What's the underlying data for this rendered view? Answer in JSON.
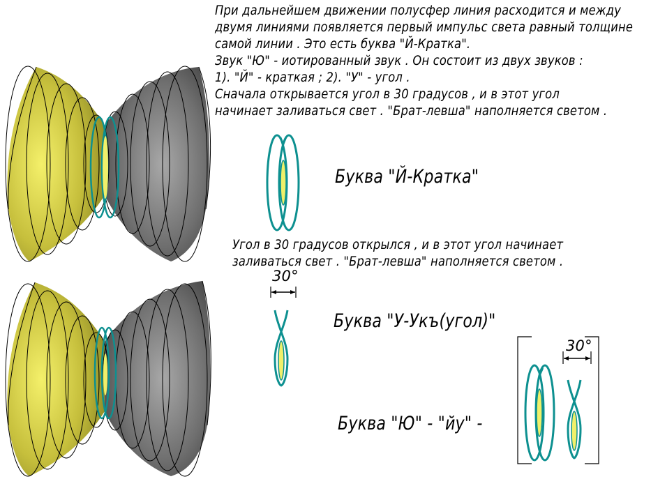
{
  "intro_lines": [
    "  При дальнейшем движении полусфер линия расходится и между",
    "двумя линиями появляется первый импульс света равный толщине",
    "самой линии . Это есть буква \"Й-Кратка\".",
    "Звук \"Ю\" - иотированный звук . Он состоит из двух звуков :",
    "1). \"Й\" - краткая ; 2). \"У\" - угол .",
    "  Сначала открывается угол в 30 градусов , и в этот угол",
    "начинает заливаться свет . \"Брат-левша\" наполняется светом ."
  ],
  "label_y_kratka": "Буква \"Й-Кратка\"",
  "angle_lines": [
    "Угол в 30 градусов открылся , и в этот угол начинает",
    "заливаться свет . \"Брат-левша\" наполняется светом ."
  ],
  "angle_label_1": "30°",
  "label_u": "Буква \"У-Укъ(угол)\"",
  "angle_label_2": "30°",
  "label_yu": "Буква \"Ю\" - \"йу\" -",
  "colors": {
    "yellow": "#c8c23a",
    "gray": "#6b6b6b",
    "teal": "#0d9090",
    "yellow_fill": "#f0f06a"
  }
}
